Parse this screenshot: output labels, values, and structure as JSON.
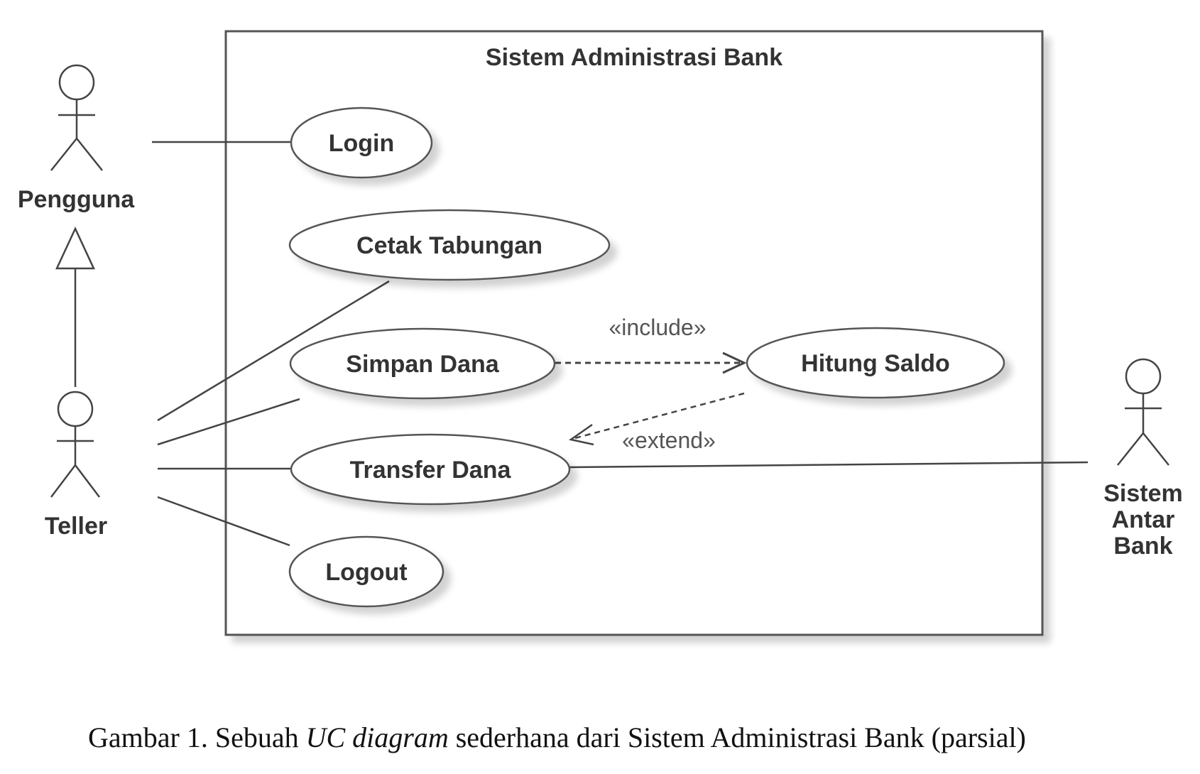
{
  "system": {
    "title": "Sistem Administrasi Bank"
  },
  "actors": {
    "pengguna": {
      "label": "Pengguna"
    },
    "teller": {
      "label": "Teller"
    },
    "sistem_antar_bank": {
      "label_lines": [
        "Sistem",
        "Antar",
        "Bank"
      ]
    }
  },
  "use_cases": {
    "login": "Login",
    "cetak_tabungan": "Cetak Tabungan",
    "simpan_dana": "Simpan Dana",
    "hitung_saldo": "Hitung Saldo",
    "transfer_dana": "Transfer Dana",
    "logout": "Logout"
  },
  "relations": {
    "include": "«include»",
    "extend": "«extend»"
  },
  "caption": {
    "prefix": "Gambar 1. Sebuah ",
    "italic": "UC diagram",
    "suffix": " sederhana dari Sistem Administrasi Bank (parsial)"
  }
}
